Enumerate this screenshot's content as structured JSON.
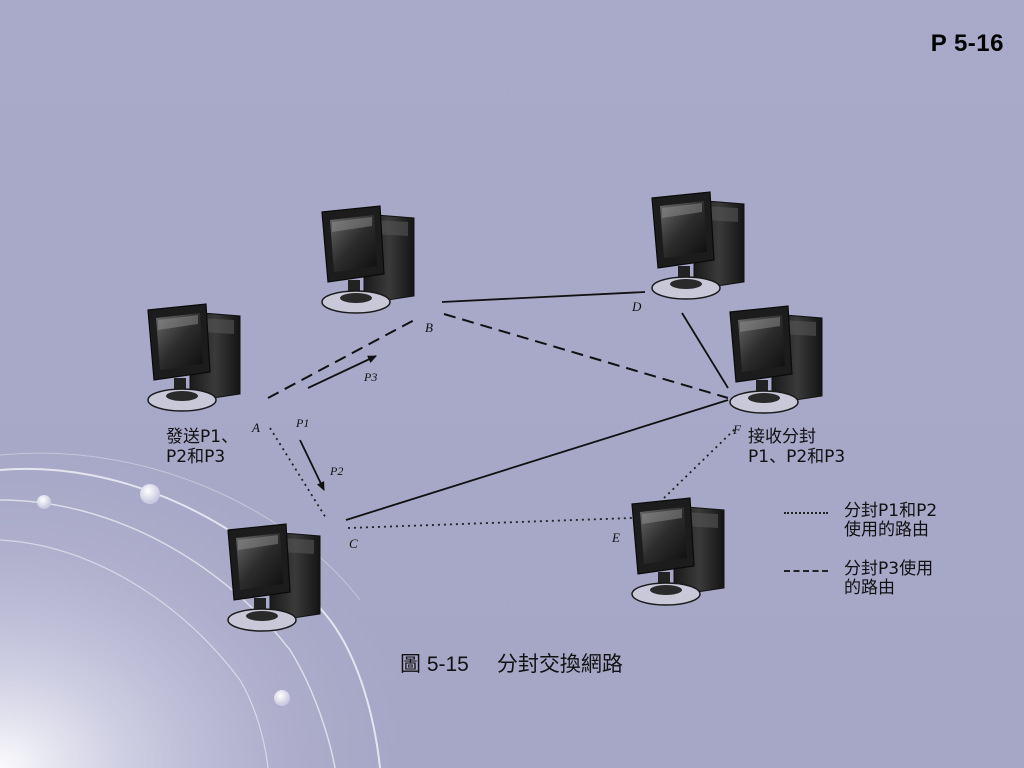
{
  "page": {
    "page_number": "P 5-16"
  },
  "figure": {
    "caption_number": "圖 5-15",
    "caption_title": "分封交換網路"
  },
  "nodes": {
    "a": {
      "letter": "A"
    },
    "b": {
      "letter": "B"
    },
    "c": {
      "letter": "C"
    },
    "d": {
      "letter": "D"
    },
    "e": {
      "letter": "E"
    },
    "f": {
      "letter": "F"
    }
  },
  "packets": {
    "p3": "P3",
    "p1": "P1",
    "p2": "P2"
  },
  "labels": {
    "sender": {
      "line1": "發送P1、",
      "line2": "P2和P3"
    },
    "receiver": {
      "line1": "接收分封",
      "line2": "P1、P2和P3"
    }
  },
  "legend": {
    "dotted": {
      "line1": "分封P1和P2",
      "line2": "使用的路由"
    },
    "dashed": {
      "line1": "分封P3使用",
      "line2": "的路由"
    }
  },
  "colors": {
    "background": "#a8a8c8",
    "ink": "#111111"
  }
}
